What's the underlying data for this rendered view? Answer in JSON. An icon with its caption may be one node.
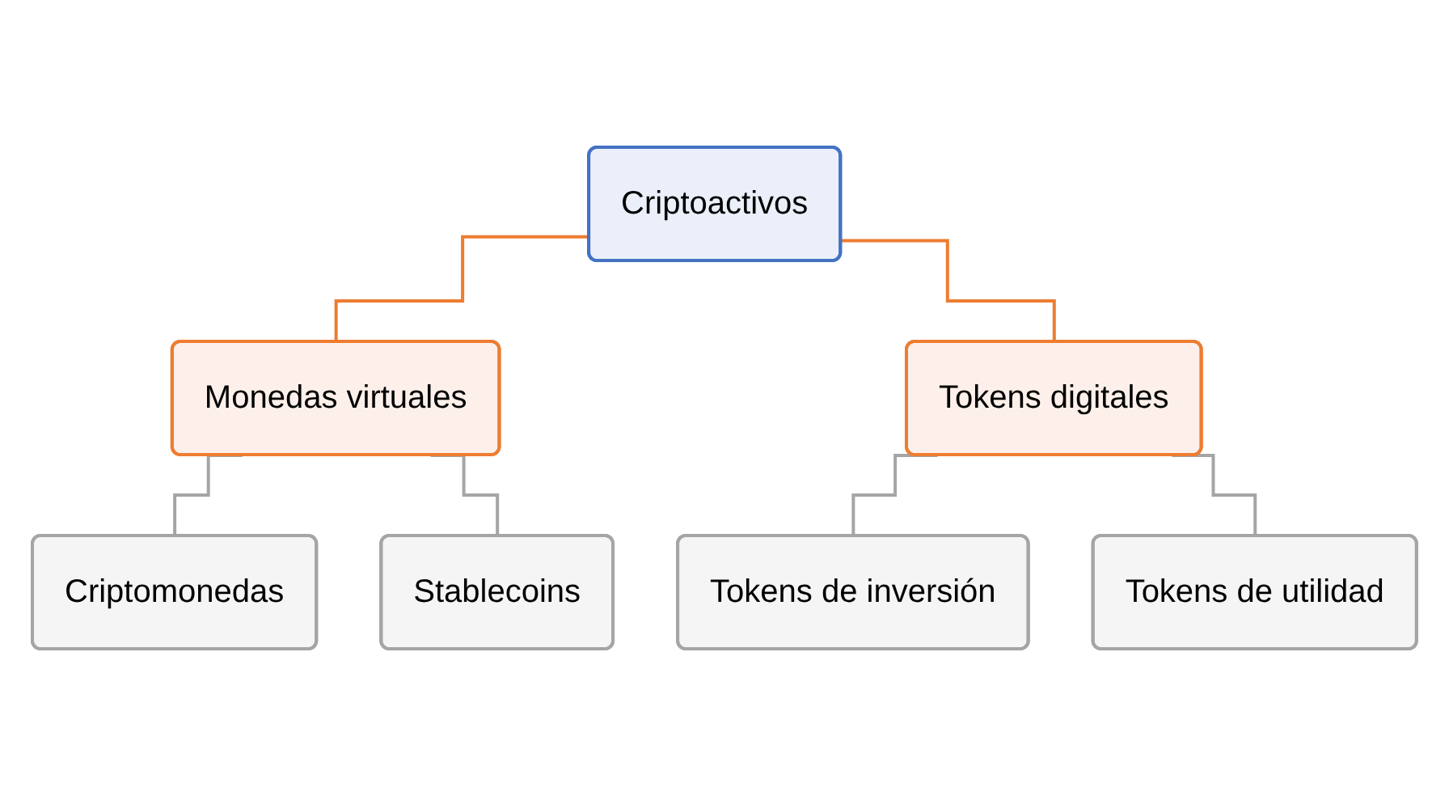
{
  "diagram": {
    "nodes": [
      {
        "text": [
          "Criptoactivos"
        ]
      },
      {
        "text": [
          "Monedas virtuales"
        ]
      },
      {
        "text": [
          "Tokens digitales"
        ]
      },
      {
        "text": [
          "Criptomonedas"
        ]
      },
      {
        "text": [
          "Stablecoins"
        ]
      },
      {
        "text": [
          "Tokens de inversión"
        ]
      },
      {
        "text": [
          "Tokens de utilidad"
        ]
      }
    ],
    "edges": [
      {
        "from": 0,
        "to": 1,
        "arrow": "none",
        "color": "#ed7d31"
      },
      {
        "from": 0,
        "to": 2,
        "arrow": "none",
        "color": "#ed7d31"
      },
      {
        "from": 1,
        "to": 3,
        "arrow": "none"
      },
      {
        "from": 1,
        "to": 4,
        "arrow": "none"
      },
      {
        "from": 2,
        "to": 5,
        "arrow": "none"
      },
      {
        "from": 2,
        "to": 6,
        "arrow": "none"
      }
    ]
  }
}
